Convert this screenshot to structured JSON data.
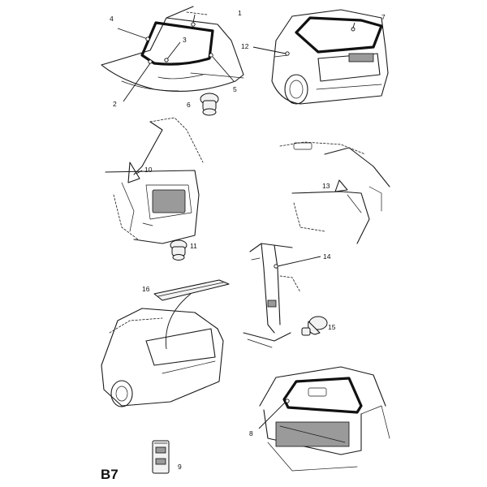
{
  "figure_code": "B7",
  "callouts": {
    "c1": "1",
    "c2": "2",
    "c3": "3",
    "c4": "4",
    "c5": "5",
    "c6": "6",
    "c7": "7",
    "c8": "8",
    "c9": "9",
    "c10": "10",
    "c11": "11",
    "c12": "12",
    "c13": "13",
    "c14": "14",
    "c15": "15",
    "c16": "16"
  }
}
